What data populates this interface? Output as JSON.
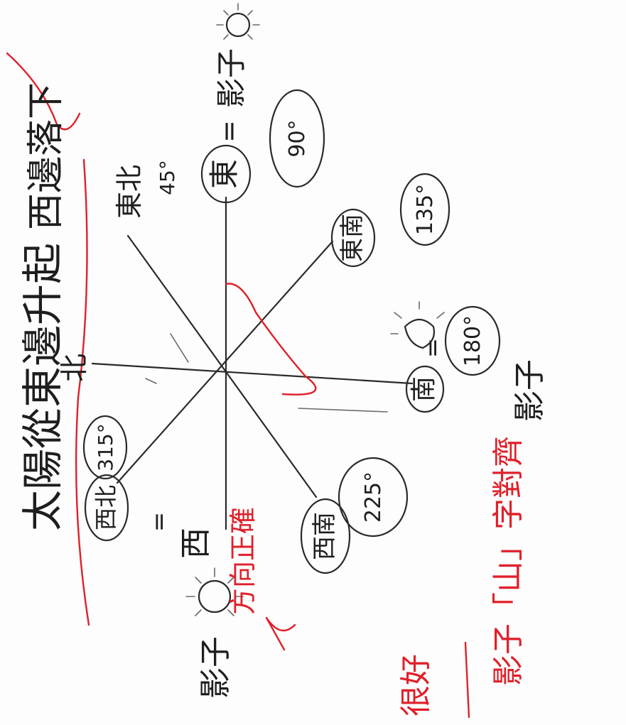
{
  "sentence": {
    "part1": "太陽從東邊升起",
    "part2": "西邊落下"
  },
  "directions": {
    "north": "北",
    "northeast": "東北",
    "east": "東",
    "southeast": "東南",
    "south": "南",
    "southwest": "西南",
    "west": "西",
    "northwest": "西北"
  },
  "shadow_labels": {
    "east": "影子",
    "south": "影子",
    "west": "影子"
  },
  "equals": "=",
  "angles": {
    "northeast": "45°",
    "east": "90°",
    "southeast": "135°",
    "south": "180°",
    "southwest": "225°",
    "northwest": "315°"
  },
  "teacher_notes": {
    "right": "影子「山」字對齊",
    "side": "方向正確",
    "bottom": "很好"
  },
  "colors": {
    "pencil": "#2a2a2a",
    "red_pen": "#e0202a"
  }
}
